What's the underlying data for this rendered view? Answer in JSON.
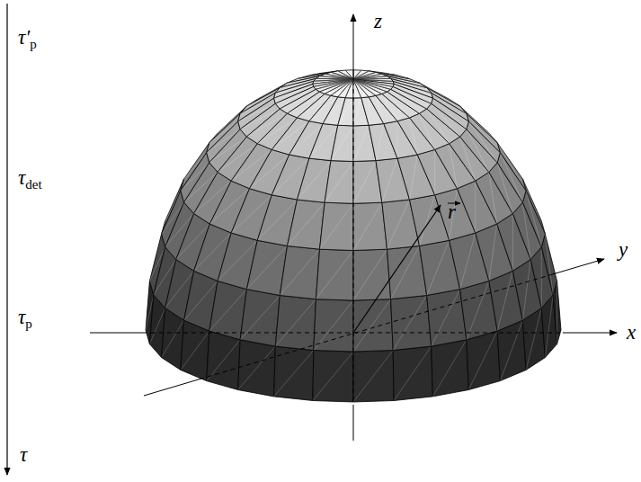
{
  "diagram": {
    "labels": [
      "τ′p",
      "τdet",
      "τp",
      "τ",
      "z",
      "y",
      "x",
      "r"
    ]
  }
}
